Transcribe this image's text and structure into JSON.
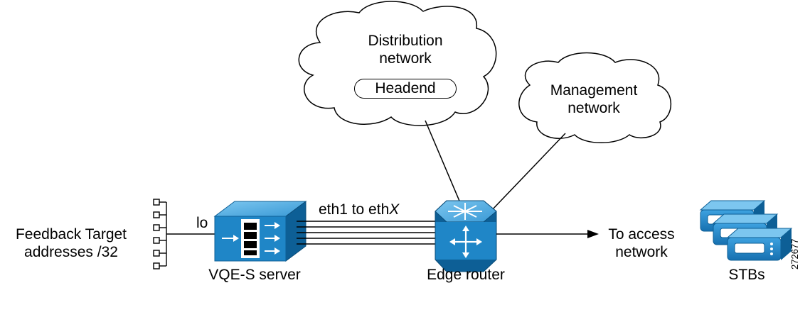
{
  "clouds": {
    "distribution": {
      "line1": "Distribution",
      "line2": "network",
      "headend": "Headend"
    },
    "management": {
      "line1": "Management",
      "line2": "network"
    }
  },
  "feedback": {
    "line1": "Feedback Target",
    "line2": "addresses /32"
  },
  "lo_label": "lo",
  "server_label": "VQE-S server",
  "eth_label": {
    "prefix": "eth1 to eth",
    "suffix": "X"
  },
  "router_label": "Edge router",
  "access": {
    "line1": "To access",
    "line2": "network"
  },
  "stbs_label": "STBs",
  "figure_id": "272677",
  "colors": {
    "device_blue": "#1f86c7",
    "device_dark": "#0d5f96",
    "device_light": "#5fb6e6",
    "line": "#000000"
  }
}
